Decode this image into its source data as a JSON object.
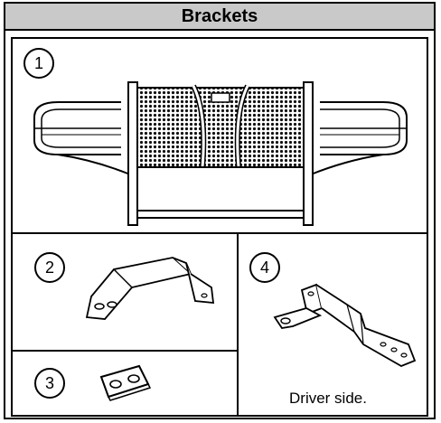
{
  "header": {
    "title": "Brackets"
  },
  "parts": [
    {
      "number": "1",
      "icon": "grille-guard-icon"
    },
    {
      "number": "2",
      "icon": "bent-bracket-icon"
    },
    {
      "number": "3",
      "icon": "flat-plate-icon"
    },
    {
      "number": "4",
      "icon": "long-bracket-icon",
      "caption": "Driver side."
    }
  ]
}
